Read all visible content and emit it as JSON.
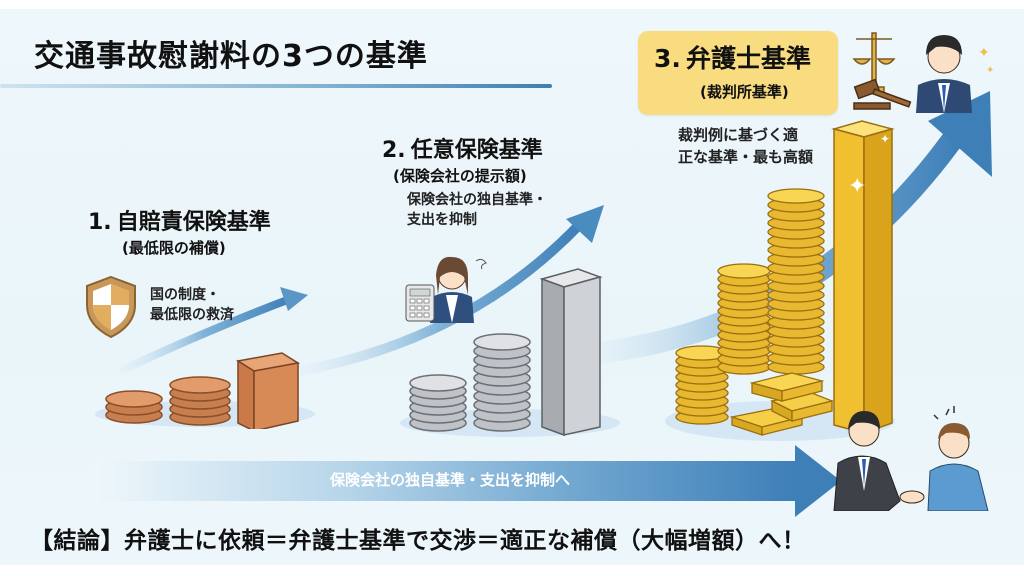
{
  "title": "交通事故慰謝料の3つの基準",
  "standards": [
    {
      "number": "1.",
      "name": "自賠責保険基準",
      "subtitle": "(最低限の補償)",
      "note_lines": [
        "国の制度・",
        "最低限の救済"
      ],
      "icon": "shield-icon",
      "tier": "copper"
    },
    {
      "number": "2.",
      "name": "任意保険基準",
      "subtitle": "(保険会社の提示額)",
      "note_lines": [
        "保険会社の独自基準・",
        "支出を抑制"
      ],
      "icon": "insurance-agent-calculator-icon",
      "tier": "silver"
    },
    {
      "number": "3.",
      "name": "弁護士基準",
      "subtitle": "(裁判所基準)",
      "note_lines": [
        "裁判例に基づく適",
        "正な基準・最も高額"
      ],
      "icon": "lawyer-scales-gavel-icon",
      "tier": "gold"
    }
  ],
  "bottom_arrow_label": "保険会社の独自基準・支出を抑制へ",
  "conclusion": "【結論】弁護士に依頼＝弁護士基準で交渉＝適正な補償（大幅増額）へ！",
  "colors": {
    "background": "#eaf5fa",
    "accent_blue": "#3e7fb8",
    "badge_yellow": "#f8dc7f",
    "copper": "#c9794a",
    "silver": "#b9bcc0",
    "gold": "#f2c234"
  }
}
